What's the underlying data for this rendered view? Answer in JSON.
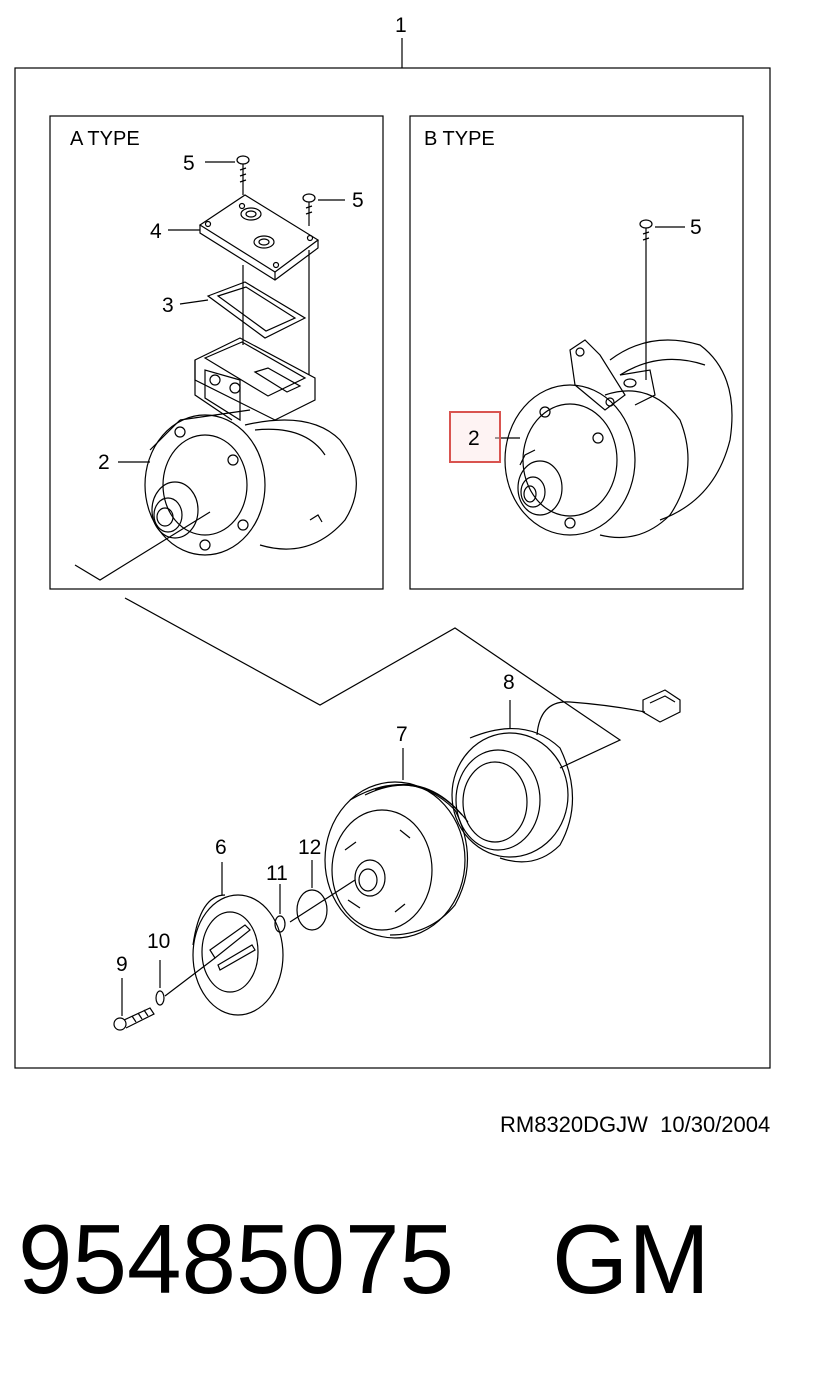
{
  "diagram": {
    "callouts": {
      "main_assembly": "1",
      "compressor_a": "2",
      "compressor_b": "2",
      "gasket": "3",
      "cover_plate": "4",
      "bolt_a_left": "5",
      "bolt_a_right": "5",
      "bolt_b": "5",
      "clutch_plate": "6",
      "pulley": "7",
      "field_coil": "8",
      "bolt_clutch": "9",
      "washer": "10",
      "shim": "11",
      "snap_ring": "12"
    },
    "panels": {
      "a_type_label": "A TYPE",
      "b_type_label": "B TYPE"
    },
    "highlight_color": "#d9534f"
  },
  "footer": {
    "reference": "RM8320DGJW  10/30/2004",
    "part_number": "95485075",
    "brand": "GM"
  }
}
